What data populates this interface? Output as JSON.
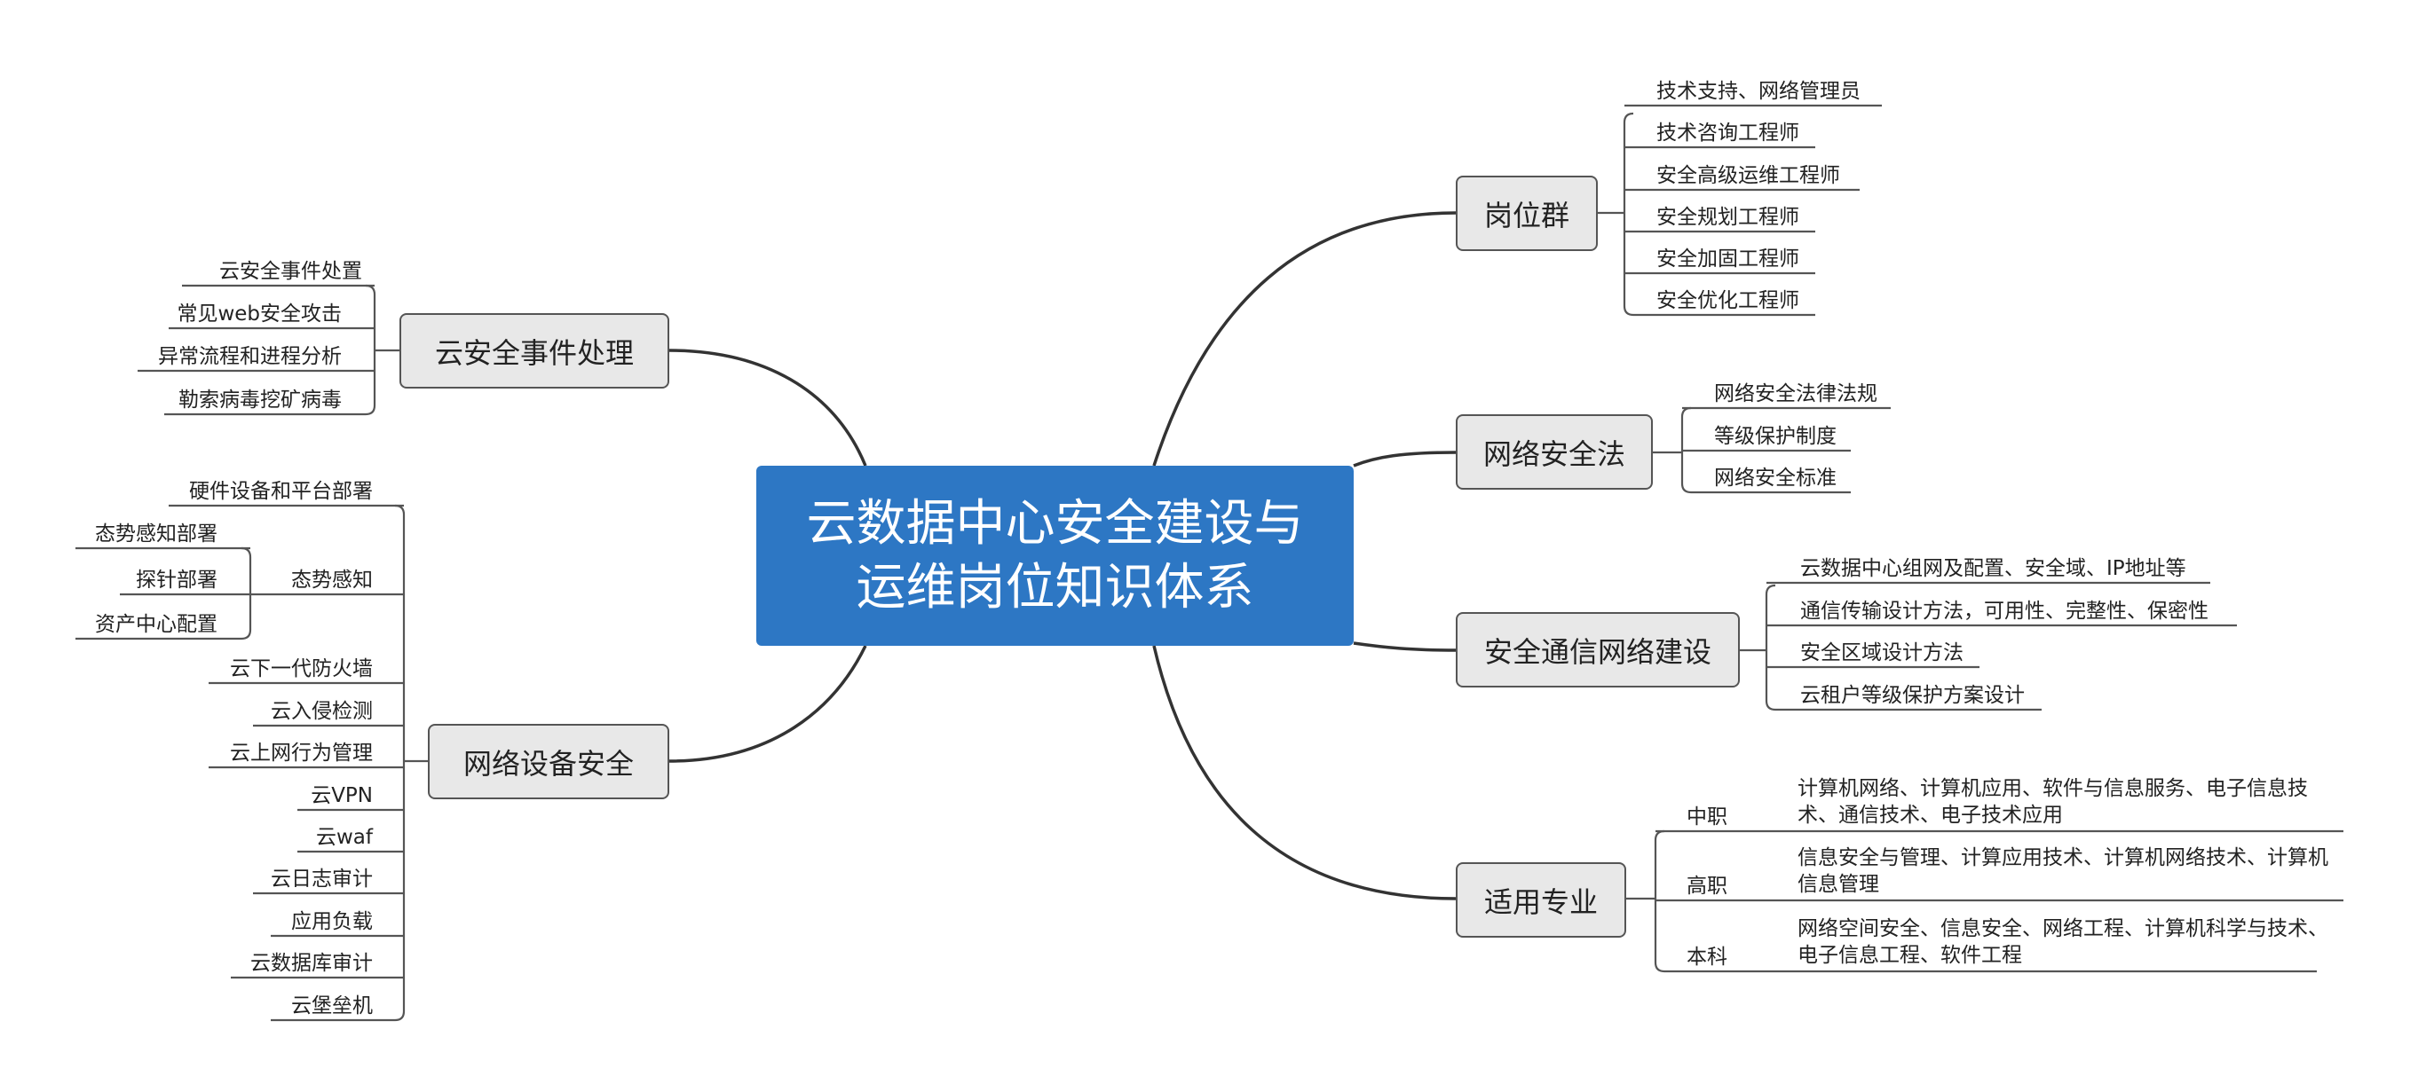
{
  "root": {
    "line1": "云数据中心安全建设与",
    "line2": "运维岗位知识体系"
  },
  "branches": {
    "gangwei": {
      "label": "岗位群",
      "items": [
        "技术支持、网络管理员",
        "技术咨询工程师",
        "安全高级运维工程师",
        "安全规划工程师",
        "安全加固工程师",
        "安全优化工程师"
      ]
    },
    "fa": {
      "label": "网络安全法",
      "items": [
        "网络安全法律法规",
        "等级保护制度",
        "网络安全标准"
      ]
    },
    "tongxin": {
      "label": "安全通信网络建设",
      "items": [
        "云数据中心组网及配置、安全域、IP地址等",
        "通信传输设计方法，可用性、完整性、保密性",
        "安全区域设计方法",
        "云租户等级保护方案设计"
      ]
    },
    "zhuanye": {
      "label": "适用专业",
      "items": [
        {
          "level": "中职",
          "text": "计算机网络、计算机应用、软件与信息服务、电子信息技术、通信技术、电子技术应用"
        },
        {
          "level": "高职",
          "text": "信息安全与管理、计算应用技术、计算机网络技术、计算机信息管理"
        },
        {
          "level": "本科",
          "text": "网络空间安全、信息安全、网络工程、计算机科学与技术、电子信息工程、软件工程"
        }
      ]
    },
    "shijian": {
      "label": "云安全事件处理",
      "items": [
        "云安全事件处置",
        "常见web安全攻击",
        "异常流程和进程分析",
        "勒索病毒挖矿病毒"
      ]
    },
    "shebei": {
      "label": "网络设备安全",
      "items": [
        "硬件设备和平台部署",
        "态势感知",
        "云下一代防火墙",
        "云入侵检测",
        "云上网行为管理",
        "云VPN",
        "云waf",
        "云日志审计",
        "应用负载",
        "云数据库审计",
        "云堡垒机"
      ],
      "taishi": [
        "态势感知部署",
        "探针部署",
        "资产中心配置"
      ]
    }
  },
  "colors": {
    "root": "#2d77c4",
    "node": "#e8e8e8",
    "line": "#333333"
  }
}
